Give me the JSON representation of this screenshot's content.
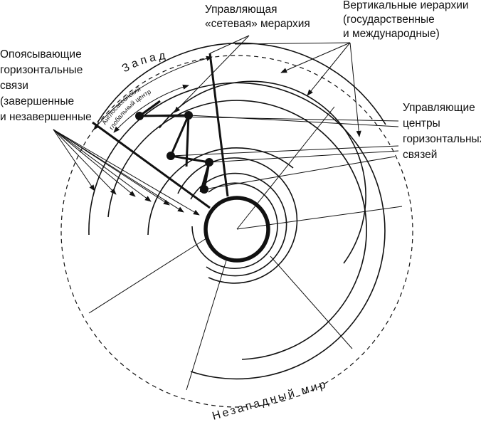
{
  "labels": {
    "network_meta": "Управляющая\n«сетевая» мерархия",
    "vertical": "Вертикальные иерархии\n(государственные\nи международные)",
    "horizontal_links": "Опоясывающие\nгоризонтальные\nсвязи\n(завершенные\nи незавершенные",
    "centers": "Управляющие\nцентры\nгоризонтальных\nсвязей",
    "west": "Запад",
    "nonwest": "Незападный мир",
    "anglo_line1": "Англосаксонский",
    "anglo_line2": "глобальный центр"
  },
  "colors": {
    "ink": "#111111",
    "background": "#ffffff"
  }
}
